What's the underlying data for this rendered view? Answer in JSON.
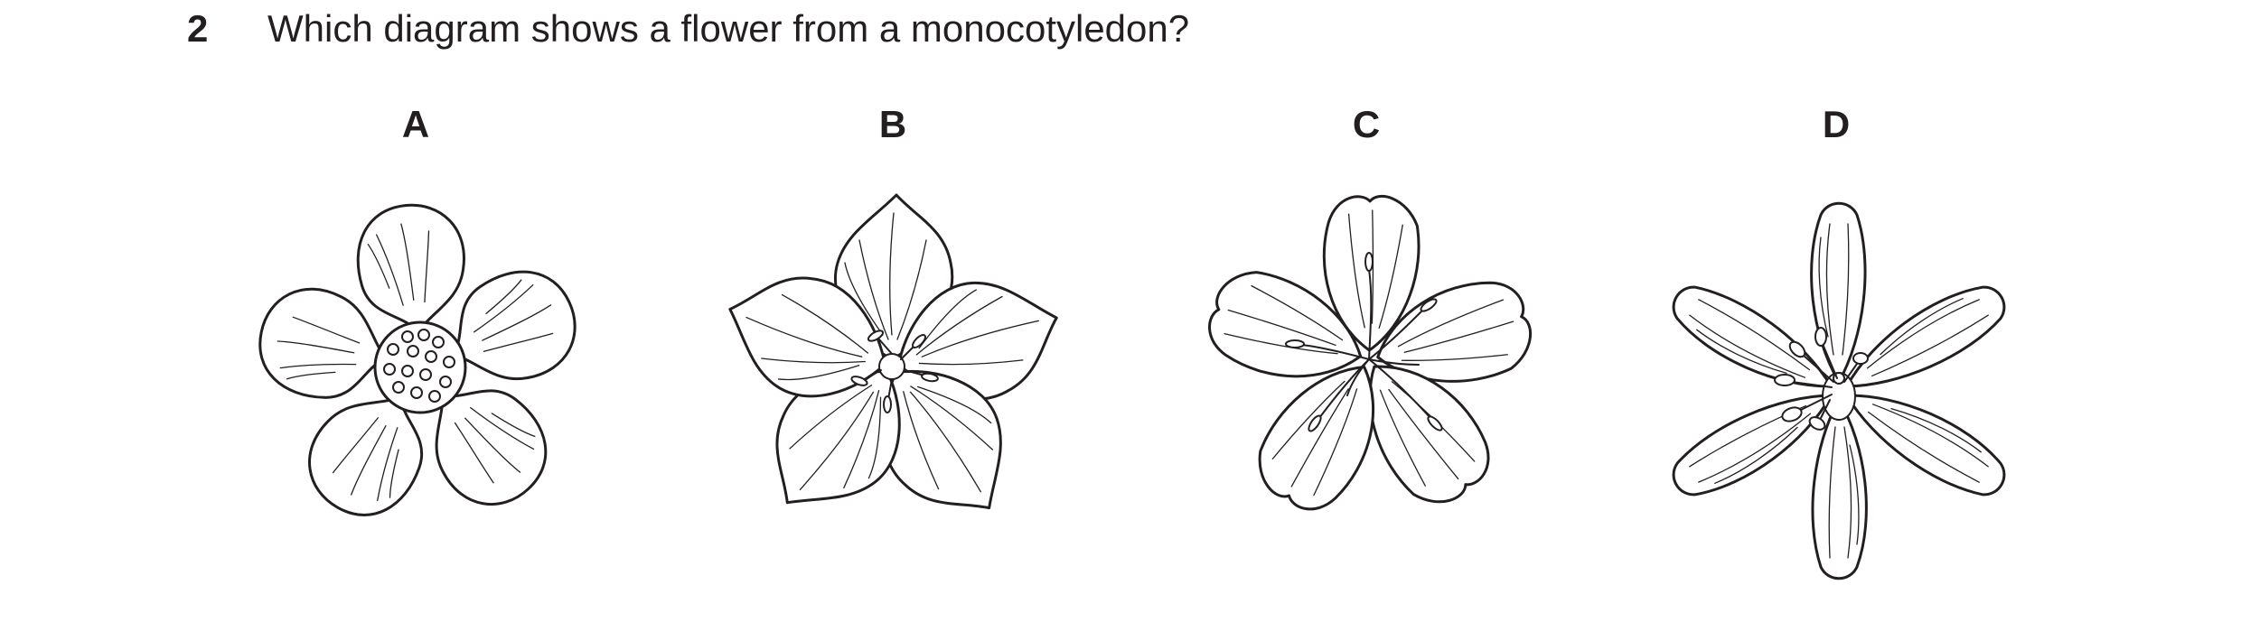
{
  "question": {
    "number": "2",
    "text": "Which diagram shows a flower from a monocotyledon?"
  },
  "options": [
    {
      "label": "A",
      "icon": "five-round-petal-flower-icon"
    },
    {
      "label": "B",
      "icon": "five-pointed-petal-flower-icon"
    },
    {
      "label": "C",
      "icon": "five-petal-lily-flower-icon"
    },
    {
      "label": "D",
      "icon": "six-petal-flower-icon"
    }
  ]
}
